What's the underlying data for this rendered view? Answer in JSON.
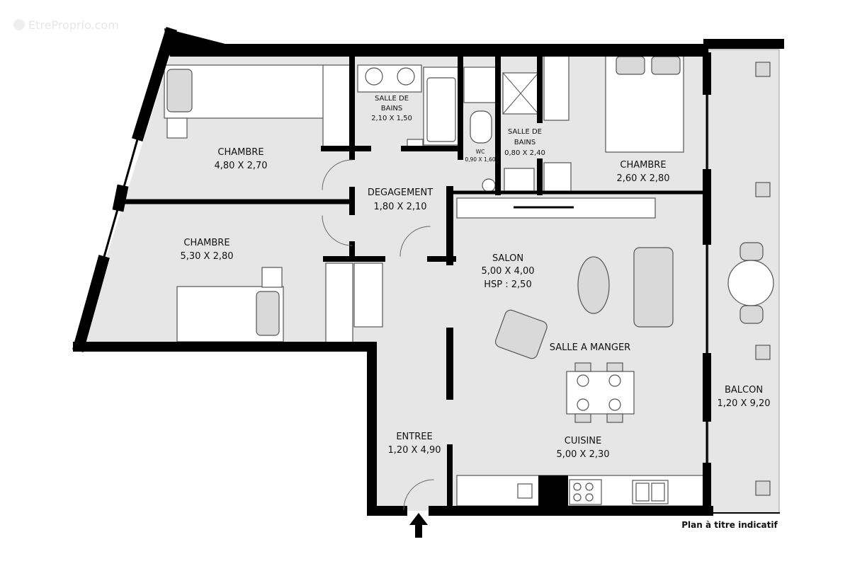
{
  "watermark": "EtreProprio.com",
  "note": "Plan à titre indicatif",
  "colors": {
    "floor": "#e6e6e6",
    "wall": "#000000",
    "furniture": "#ffffff"
  },
  "rooms": [
    {
      "name": "CHAMBRE",
      "dims": "4,80 X 2,70"
    },
    {
      "name": "CHAMBRE",
      "dims": "5,30 X 2,80"
    },
    {
      "name": "SALLE DE",
      "name2": "BAINS",
      "dims": "2,10 X 1,50"
    },
    {
      "name": "WC",
      "dims": "0,90 X 1,60"
    },
    {
      "name": "SALLE DE",
      "name2": "BAINS",
      "dims": "0,80 X 2,40"
    },
    {
      "name": "CHAMBRE",
      "dims": "2,60 X 2,80"
    },
    {
      "name": "DEGAGEMENT",
      "dims": "1,80 X 2,10"
    },
    {
      "name": "SALON",
      "dims": "5,00 X 4,00",
      "extra": "HSP : 2,50"
    },
    {
      "name": "SALLE A MANGER"
    },
    {
      "name": "BALCON",
      "dims": "1,20 X 9,20"
    },
    {
      "name": "ENTREE",
      "dims": "1,20 X 4,90"
    },
    {
      "name": "CUISINE",
      "dims": "5,00 X 2,30"
    }
  ],
  "icons": [
    "entrance-arrow-icon",
    "watermark-logo-icon"
  ]
}
